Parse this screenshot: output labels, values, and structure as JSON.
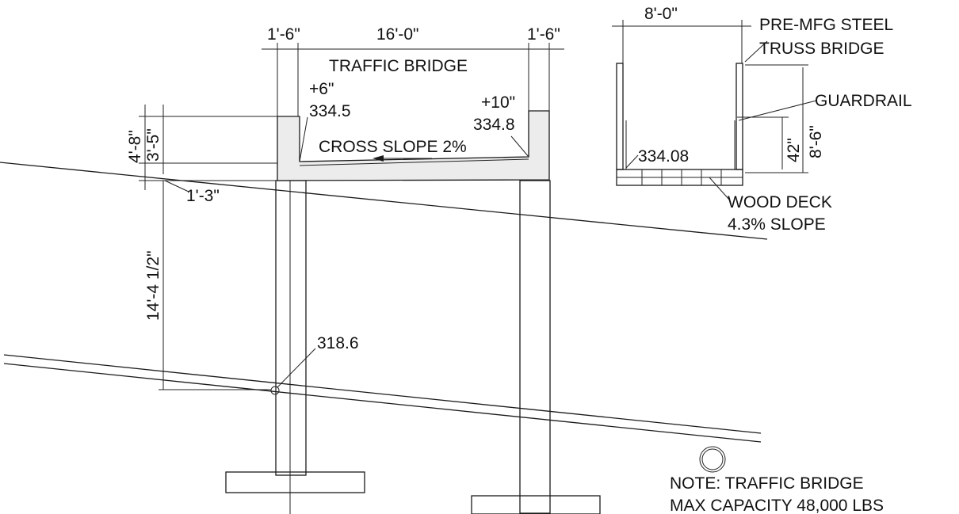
{
  "section": {
    "title": "TRAFFIC BRIDGE",
    "dims": {
      "left_edge": "1'-6\"",
      "deck_width": "16'-0\"",
      "right_edge": "1'-6\"",
      "overall_height": "4'-8\"",
      "curb_height": "3'-5\"",
      "overhang": "1'-3\"",
      "clearance": "14'-4 1/2\""
    },
    "left_offset": "+6\"",
    "left_elev": "334.5",
    "right_offset": "+10\"",
    "right_elev": "334.8",
    "cross_slope": "CROSS SLOPE 2%",
    "ground_elev": "318.6"
  },
  "truss": {
    "width": "8'-0\"",
    "height": "8'-6\"",
    "rail_height": "42\"",
    "label_line1": "PRE-MFG STEEL",
    "label_line2": "TRUSS BRIDGE",
    "guardrail": "GUARDRAIL",
    "deck_elev": "334.08",
    "deck_line1": "WOOD DECK",
    "deck_line2": "4.3% SLOPE"
  },
  "note": {
    "line1": "NOTE: TRAFFIC BRIDGE",
    "line2": "MAX CAPACITY 48,000 LBS"
  }
}
